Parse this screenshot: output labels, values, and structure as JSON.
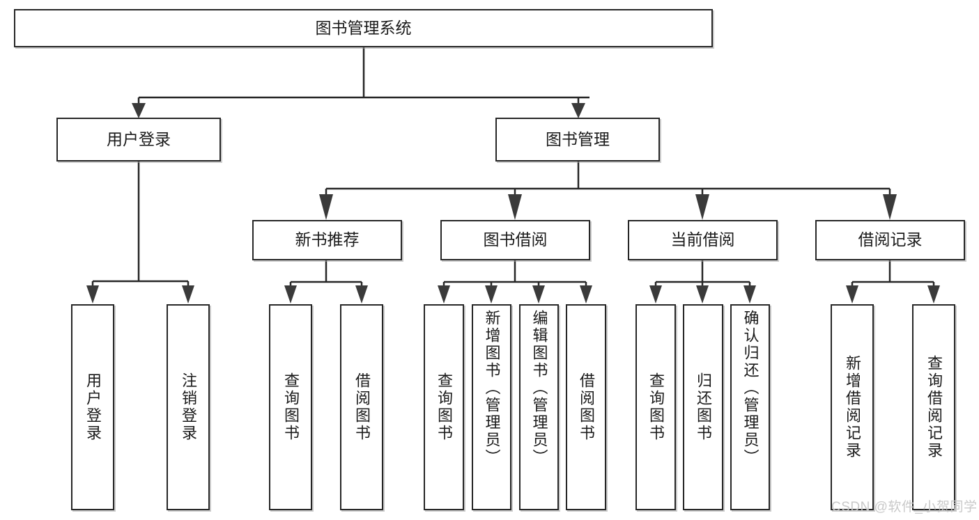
{
  "diagram": {
    "type": "tree-hierarchy-chart",
    "title": "图书管理系统",
    "orientation": "top-down",
    "colors": {
      "box_border": "#262626",
      "box_fill": "#ffffff",
      "connector": "#262626",
      "arrow_fill": "#3a3a3a",
      "watermark": "#c9c9c9",
      "background": "#ffffff"
    }
  },
  "nodes": {
    "root": {
      "label": "图书管理系统",
      "level": 1,
      "orientation": "horizontal"
    },
    "level2": [
      {
        "id": "user-login",
        "label": "用户登录",
        "orientation": "horizontal"
      },
      {
        "id": "book-management",
        "label": "图书管理",
        "orientation": "horizontal"
      }
    ],
    "level3": [
      {
        "id": "new-book-recommend",
        "label": "新书推荐",
        "orientation": "horizontal",
        "parent": "book-management"
      },
      {
        "id": "book-borrow",
        "label": "图书借阅",
        "orientation": "horizontal",
        "parent": "book-management"
      },
      {
        "id": "current-borrow",
        "label": "当前借阅",
        "orientation": "horizontal",
        "parent": "book-management"
      },
      {
        "id": "borrow-record",
        "label": "借阅记录",
        "orientation": "horizontal",
        "parent": "book-management"
      }
    ],
    "leaves": {
      "user_login_children": [
        {
          "id": "leaf-user-login",
          "label": "用户登录",
          "orientation": "vertical"
        },
        {
          "id": "leaf-logout",
          "label": "注销登录",
          "orientation": "vertical"
        }
      ],
      "new_book_recommend_children": [
        {
          "id": "leaf-query-book-1",
          "label": "查询图书",
          "orientation": "vertical"
        },
        {
          "id": "leaf-borrow-book-1",
          "label": "借阅图书",
          "orientation": "vertical"
        }
      ],
      "book_borrow_children": [
        {
          "id": "leaf-query-book-2",
          "label": "查询图书",
          "orientation": "vertical"
        },
        {
          "id": "leaf-add-book",
          "label": "新增图书（管理员）",
          "orientation": "vertical"
        },
        {
          "id": "leaf-edit-book",
          "label": "编辑图书（管理员）",
          "orientation": "vertical"
        },
        {
          "id": "leaf-borrow-book-2",
          "label": "借阅图书",
          "orientation": "vertical"
        }
      ],
      "current_borrow_children": [
        {
          "id": "leaf-query-book-3",
          "label": "查询图书",
          "orientation": "vertical"
        },
        {
          "id": "leaf-return-book",
          "label": "归还图书",
          "orientation": "vertical"
        },
        {
          "id": "leaf-confirm-return",
          "label": "确认归还（管理员）",
          "orientation": "vertical"
        }
      ],
      "borrow_record_children": [
        {
          "id": "leaf-add-record",
          "label": "新增借阅记录",
          "orientation": "vertical"
        },
        {
          "id": "leaf-query-record",
          "label": "查询借阅记录",
          "orientation": "vertical"
        }
      ]
    }
  },
  "watermark": {
    "text": "CSDN @软件_小贺同学"
  }
}
